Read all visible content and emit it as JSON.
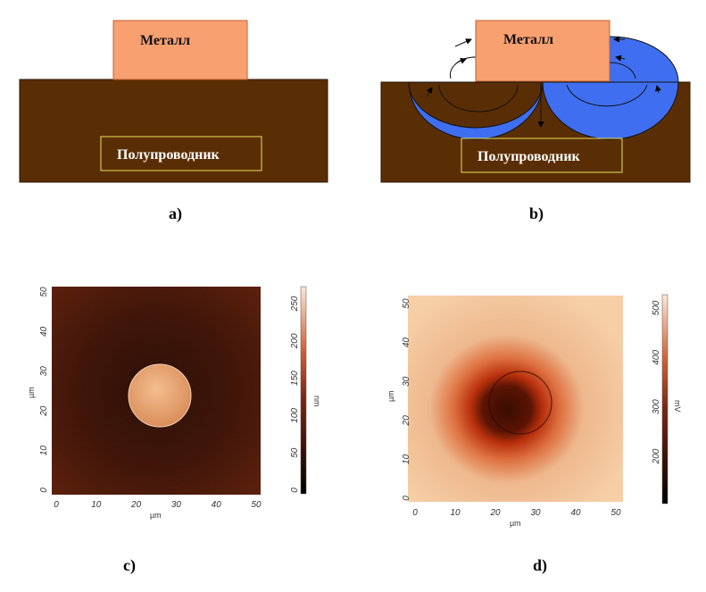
{
  "panel_a": {
    "metal_label": "Металл",
    "semiconductor_label": "Полупроводник",
    "caption": "a)"
  },
  "panel_b": {
    "metal_label": "Металл",
    "semiconductor_label": "Полупроводник",
    "caption": "b)"
  },
  "panel_c": {
    "caption": "c)",
    "x_ticks": [
      "0",
      "10",
      "20",
      "30",
      "40",
      "50"
    ],
    "y_ticks": [
      "0",
      "10",
      "20",
      "30",
      "40",
      "50"
    ],
    "x_unit": "µm",
    "y_unit": "µm",
    "colorbar_ticks": [
      "0",
      "50",
      "100",
      "150",
      "200",
      "250"
    ],
    "colorbar_unit": "nm"
  },
  "panel_d": {
    "caption": "d)",
    "x_ticks": [
      "0",
      "10",
      "20",
      "30",
      "40",
      "50"
    ],
    "y_ticks": [
      "0",
      "10",
      "20",
      "30",
      "40",
      "50"
    ],
    "x_unit": "µm",
    "y_unit": "µm",
    "colorbar_ticks": [
      "200",
      "300",
      "400",
      "500"
    ],
    "colorbar_unit": "mV"
  },
  "colors": {
    "metal": "#f9a070",
    "semiconductor": "#5a2e04",
    "field": "#3f6ff0",
    "label_box_border": "#e8e060"
  }
}
